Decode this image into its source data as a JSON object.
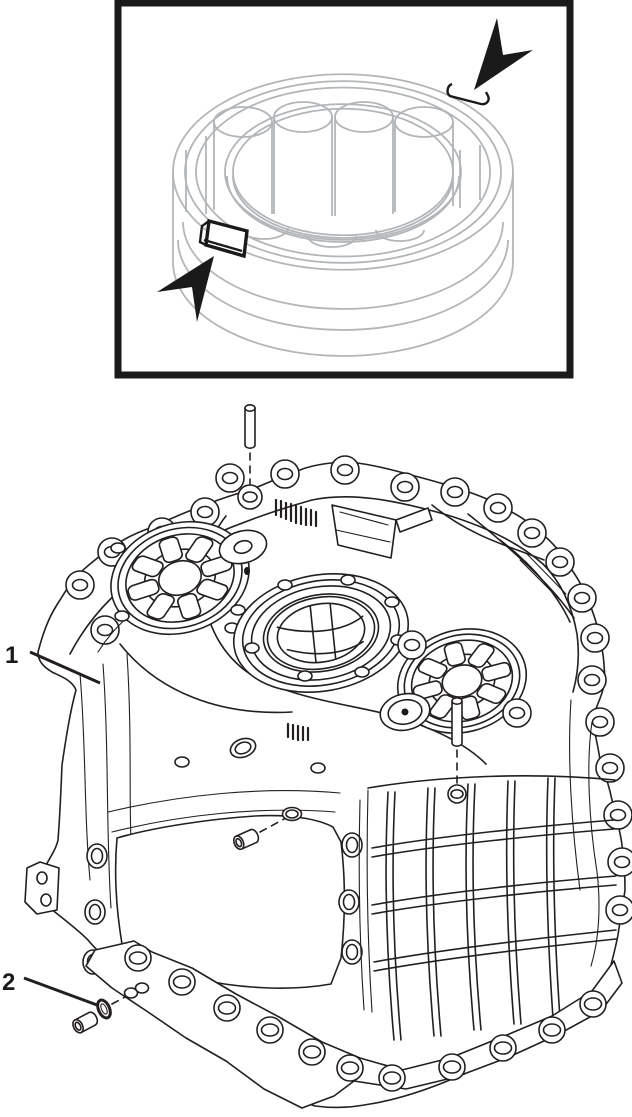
{
  "figure": {
    "callouts": [
      {
        "label": "1"
      },
      {
        "label": "2"
      }
    ],
    "icons": {
      "pointer_arrows": [
        "pointer-arrow-upper-right",
        "pointer-arrow-lower-left"
      ]
    },
    "colors": {
      "line": "#231f20",
      "inset_line": "#b2b6b9",
      "inset_border": "#1a1a1a",
      "background": "#ffffff"
    }
  }
}
